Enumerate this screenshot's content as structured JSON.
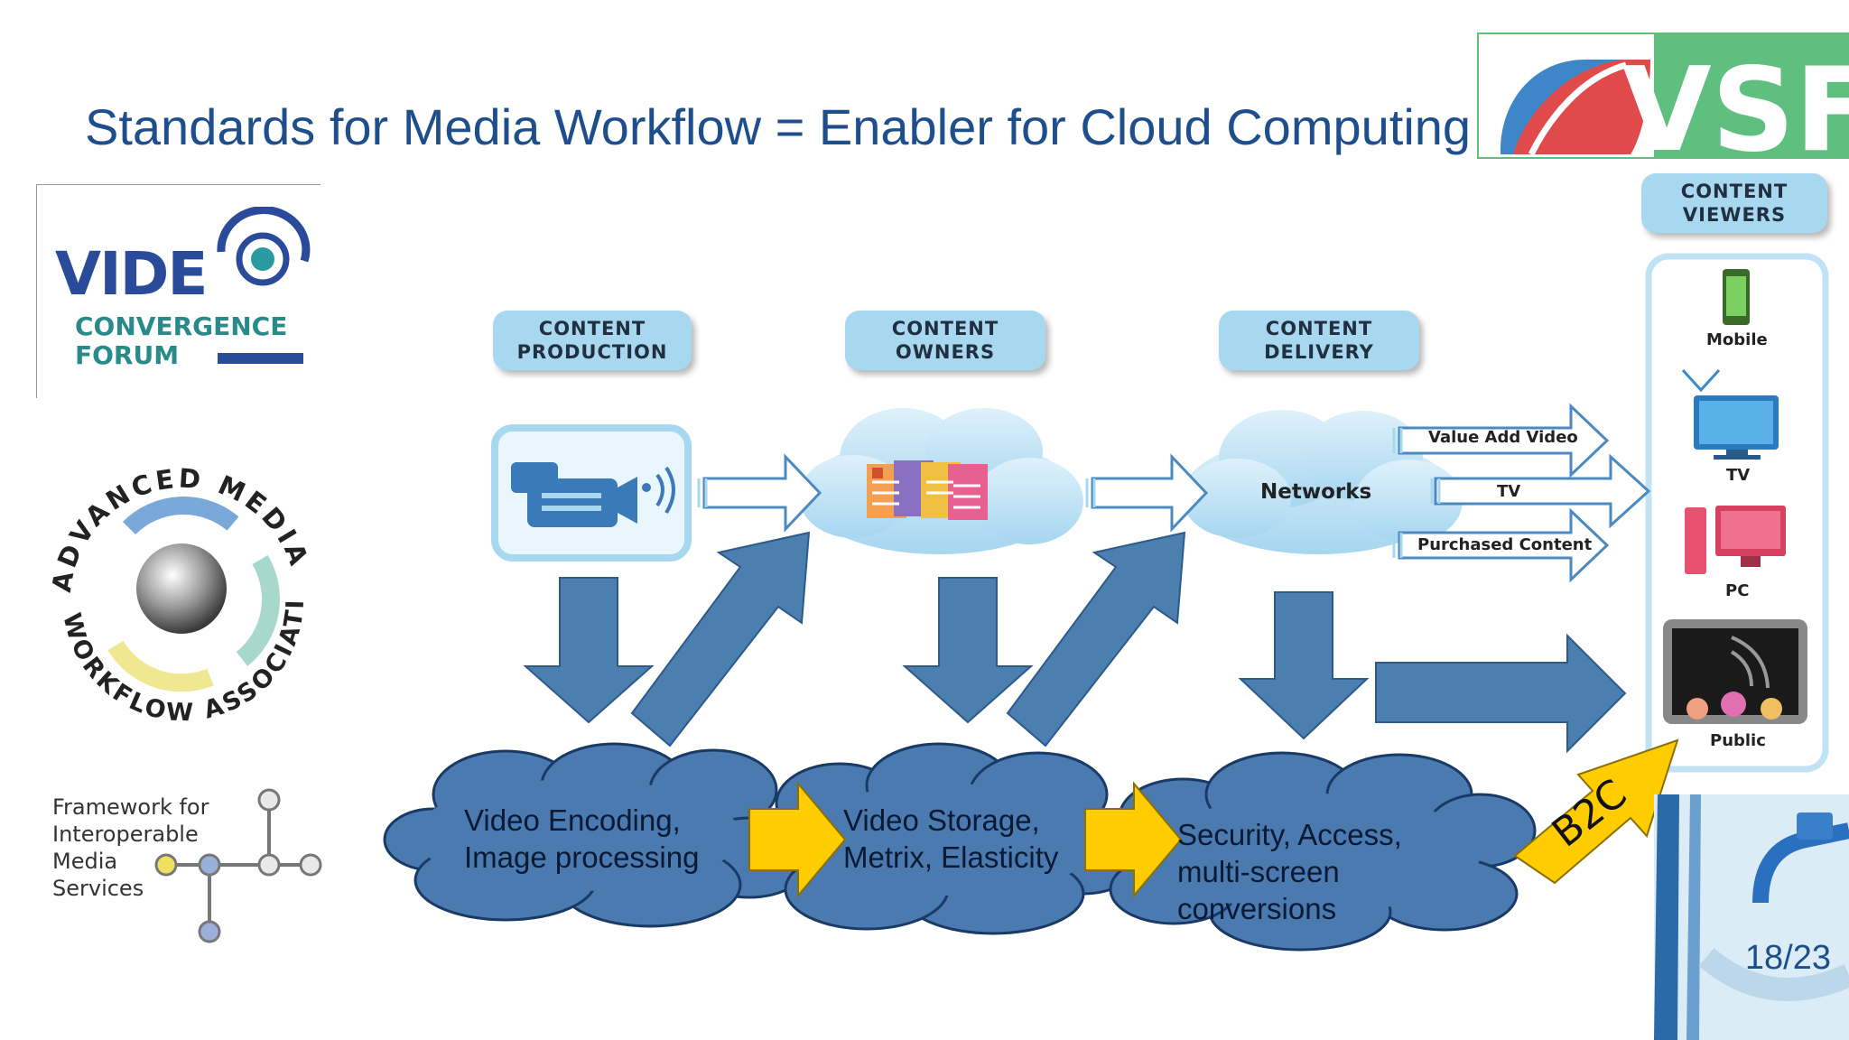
{
  "title": "Standards for Media Workflow = Enabler for Cloud Computing",
  "page_number": "18/23",
  "logos": {
    "vsf": {
      "text": "VSF"
    },
    "video_convergence_forum": {
      "word": "VIDE",
      "line1": "CONVERGENCE",
      "line2": "FORUM"
    },
    "amwa": {
      "ring_text": "ADVANCED MEDIA WORKFLOW ASSOCIATION"
    },
    "fims": {
      "lines": [
        "Framework for",
        "Interoperable",
        "Media",
        "Services"
      ]
    }
  },
  "stages": {
    "production": "CONTENT\nPRODUCTION",
    "owners": "CONTENT\nOWNERS",
    "delivery": "CONTENT\nDELIVERY",
    "viewers": "CONTENT\nVIEWERS"
  },
  "networks_label": "Networks",
  "delivery_outputs": [
    "Value Add Video",
    "TV",
    "Purchased Content"
  ],
  "viewers": [
    "Mobile",
    "TV",
    "PC",
    "Public"
  ],
  "clouds": {
    "encoding": "Video Encoding,\nImage processing",
    "storage": "Video Storage,\nMetrix, Elasticity",
    "security": "Security, Access,\nmulti-screen\nconversions"
  },
  "b2c_label": "B2C",
  "colors": {
    "title": "#1f4e8c",
    "pill": "#a8d8f0",
    "big_arrow": "#4a7fb0",
    "yellow_arrow": "#ffcc00",
    "bottom_cloud": "#4a7ab0",
    "vsf_green": "#5fbf7f",
    "vsf_red": "#e04a4a",
    "vsf_blue": "#3f86c9"
  },
  "icons": [
    "video-camera-icon",
    "documents-icon",
    "mobile-phone-icon",
    "tv-icon",
    "pc-icon",
    "public-display-icon",
    "cable-icon"
  ]
}
